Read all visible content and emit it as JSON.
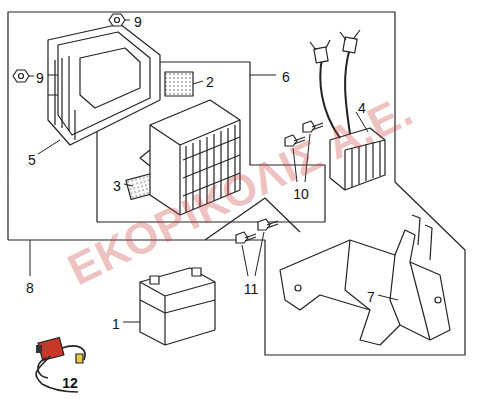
{
  "diagram": {
    "labels": [
      "9",
      "9",
      "5",
      "2",
      "3",
      "6",
      "4",
      "10",
      "8",
      "11",
      "7",
      "1",
      "12",
      "ΕΚΟΡΙΚΟΛΙΣ Α.Ε."
    ]
  }
}
